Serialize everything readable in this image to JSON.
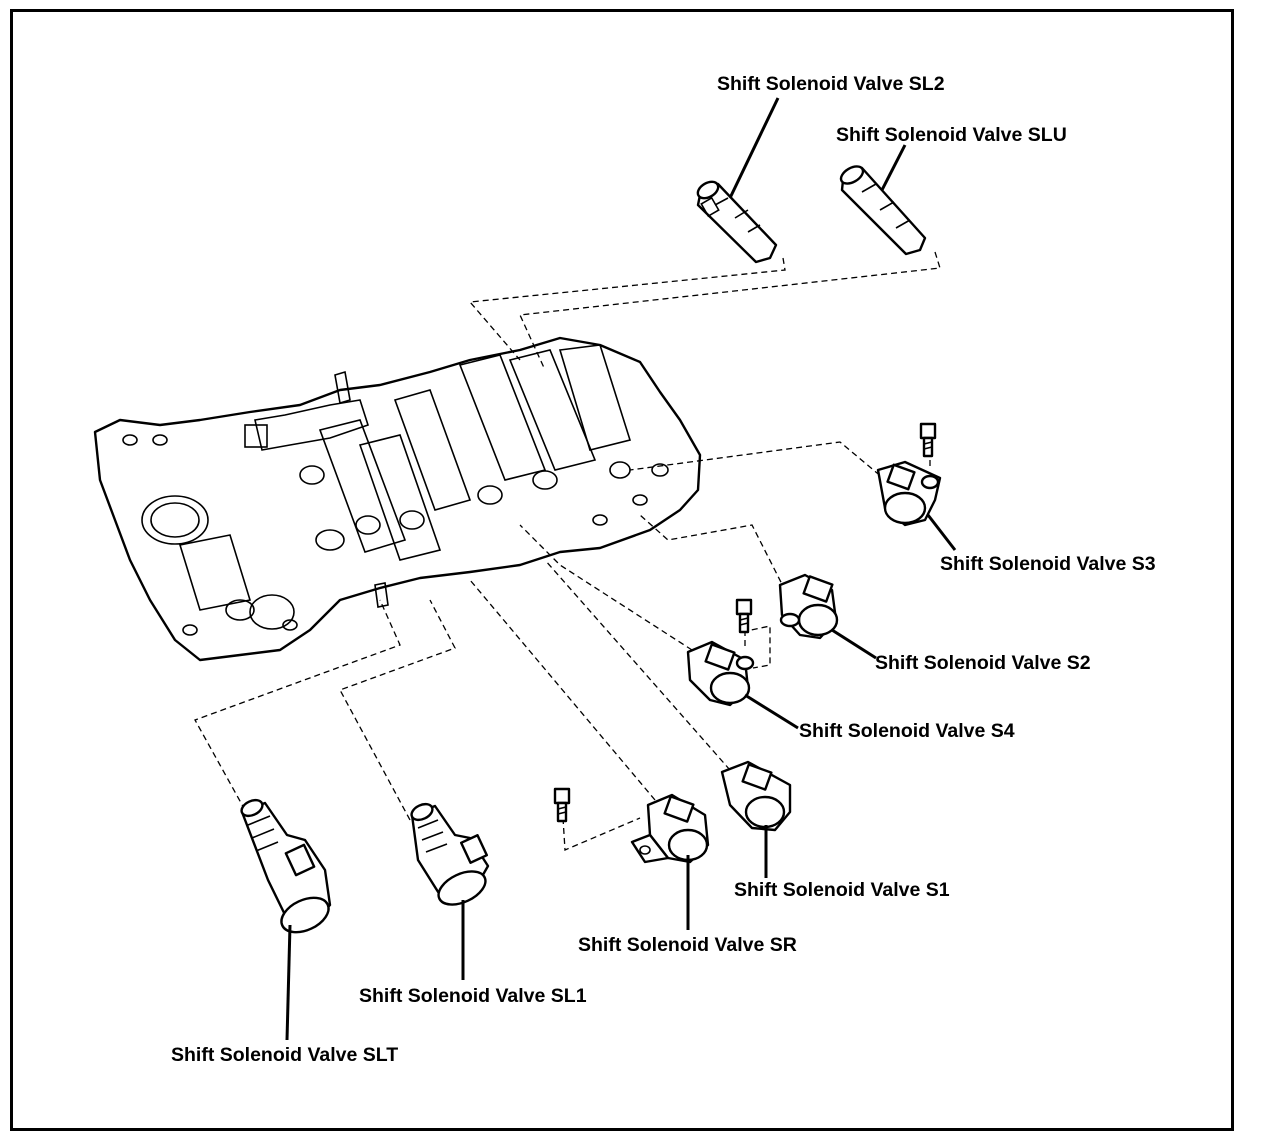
{
  "labels": {
    "sl2": "Shift Solenoid Valve SL2",
    "slu": "Shift Solenoid Valve SLU",
    "s3": "Shift Solenoid Valve S3",
    "s2": "Shift Solenoid Valve S2",
    "s4": "Shift Solenoid Valve S4",
    "s1": "Shift Solenoid Valve S1",
    "sr": "Shift Solenoid Valve SR",
    "sl1": "Shift Solenoid Valve SL1",
    "slt": "Shift Solenoid Valve SLT"
  },
  "colors": {
    "line": "#000000",
    "background": "#ffffff"
  }
}
